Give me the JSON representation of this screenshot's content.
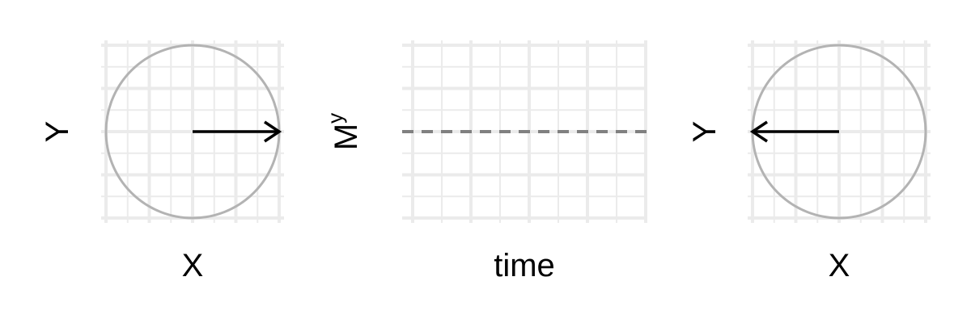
{
  "panels": [
    {
      "id": "left",
      "xlabel": "X",
      "ylabel": "Y",
      "arrow": {
        "from": [
          0,
          0
        ],
        "to": [
          1,
          0
        ]
      }
    },
    {
      "id": "middle",
      "xlabel": "time",
      "ylabel_main": "M",
      "ylabel_sub": "y"
    },
    {
      "id": "right",
      "xlabel": "X",
      "ylabel": "Y",
      "arrow": {
        "from": [
          0,
          0
        ],
        "to": [
          -1,
          0
        ]
      }
    }
  ],
  "colors": {
    "grid": "#ebebeb",
    "circle": "#b3b3b3",
    "arrow": "#000000",
    "dashed_line": "#808080"
  }
}
